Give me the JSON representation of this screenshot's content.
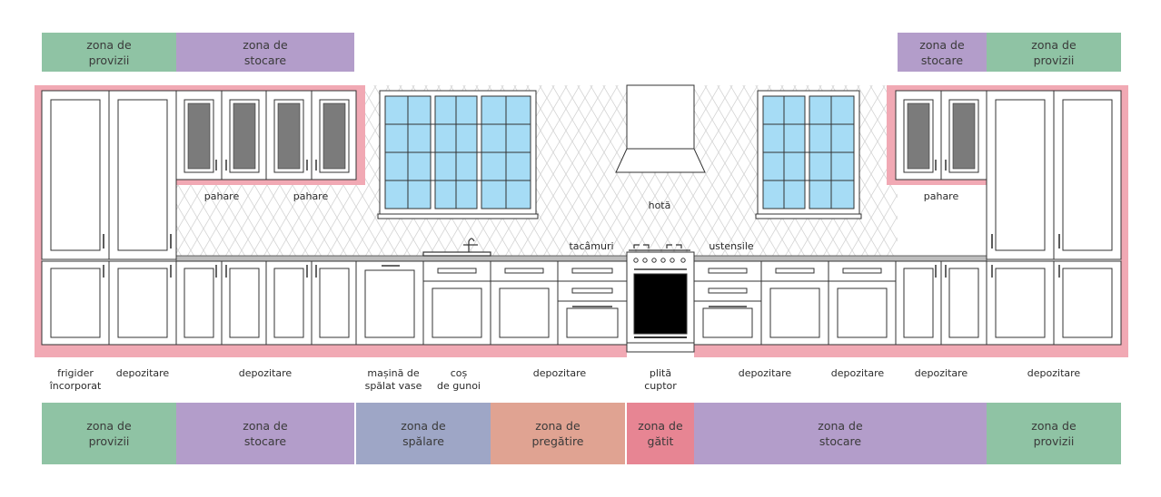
{
  "colors": {
    "provizii": "#8fc3a4",
    "stocare": "#b39dca",
    "spalare": "#9ea6c6",
    "pregatire": "#e0a392",
    "gatit": "#e78593",
    "trim_pink": "#f1a9b4",
    "glass": "#a6dcf5",
    "dark_glass": "#7b7b7b",
    "outline": "#333333"
  },
  "top_zones": [
    {
      "text": "zona de\nprovizii",
      "type": "provizii"
    },
    {
      "text": "zona de\nstocare",
      "type": "stocare"
    },
    {
      "text": "zona de\nstocare",
      "type": "stocare"
    },
    {
      "text": "zona de\nprovizii",
      "type": "provizii"
    }
  ],
  "bottom_zones": [
    {
      "text": "zona de\nprovizii",
      "type": "provizii"
    },
    {
      "text": "zona de\nstocare",
      "type": "stocare"
    },
    {
      "text": "zona de\nspălare",
      "type": "spalare"
    },
    {
      "text": "zona de\npregătire",
      "type": "pregatire"
    },
    {
      "text": "zona de\ngătit",
      "type": "gatit"
    },
    {
      "text": "zona de\nstocare",
      "type": "stocare"
    },
    {
      "text": "zona de\nprovizii",
      "type": "provizii"
    }
  ],
  "bottom_labels": [
    "frigider\nîncorporat",
    "depozitare",
    "depozitare",
    "mașină de\nspălat vase",
    "coș\nde gunoi",
    "depozitare",
    "plită\ncuptor",
    "depozitare",
    "depozitare",
    "depozitare",
    "depozitare"
  ],
  "wall_labels": [
    "pahare",
    "pahare",
    "hotă",
    "pahare",
    "tacâmuri",
    "ustensile"
  ]
}
